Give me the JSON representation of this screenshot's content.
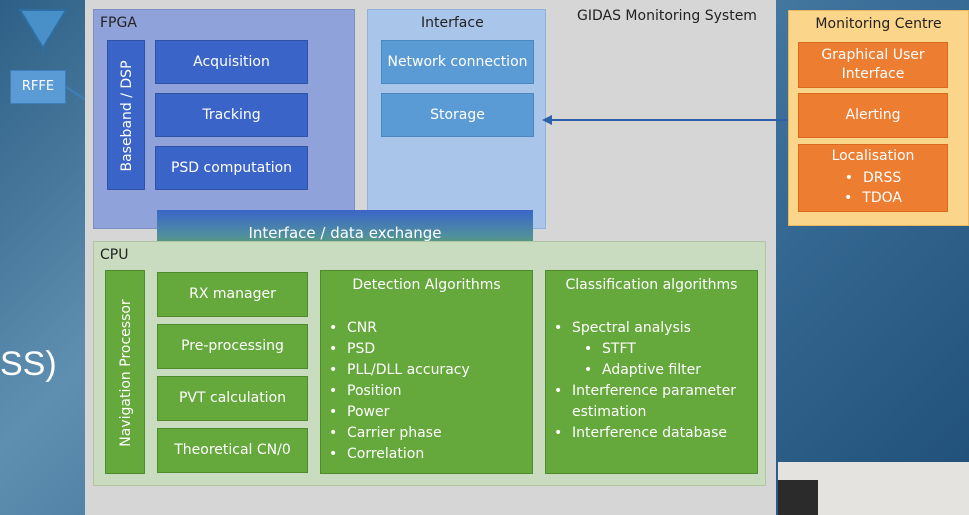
{
  "title": "GIDAS Monitoring System",
  "rffe": "RFFE",
  "partial_text": "SS)",
  "fpga": {
    "label": "FPGA",
    "dsp_label": "Baseband / DSP",
    "blocks": [
      "Acquisition",
      "Tracking",
      "PSD computation"
    ]
  },
  "interface": {
    "label": "Interface",
    "blocks": [
      "Network connection",
      "Storage"
    ]
  },
  "exchange": "Interface / data exchange",
  "cpu": {
    "label": "CPU",
    "nav_label": "Navigation Processor",
    "blocks": [
      "RX manager",
      "Pre-processing",
      "PVT calculation",
      "Theoretical CN/0"
    ],
    "detection": {
      "title": "Detection Algorithms",
      "items": [
        "CNR",
        "PSD",
        "PLL/DLL accuracy",
        "Position",
        "Power",
        "Carrier phase",
        "Correlation"
      ]
    },
    "classification": {
      "title": "Classification algorithms",
      "items": [
        "Spectral analysis",
        "STFT",
        "Adaptive filter",
        "Interference parameter estimation",
        "Interference database"
      ]
    }
  },
  "monitoring": {
    "label": "Monitoring Centre",
    "gui": "Graphical User Interface",
    "alerting": "Alerting",
    "localisation": "Localisation",
    "loc_items": [
      "DRSS",
      "TDOA"
    ]
  }
}
